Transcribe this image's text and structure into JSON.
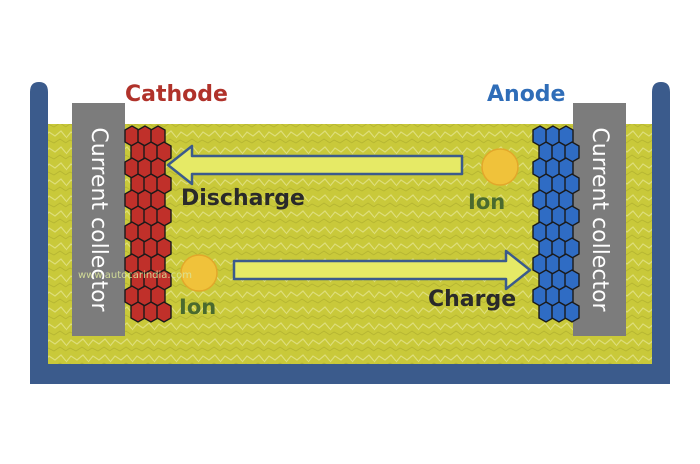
{
  "labels": {
    "cathode": "Cathode",
    "anode": "Anode",
    "current_collector_left": "Current collector",
    "current_collector_right": "Current collector",
    "discharge": "Discharge",
    "charge": "Charge",
    "ion_top": "Ion",
    "ion_bottom": "Ion",
    "watermark": "www.autocarindia.com"
  },
  "colors": {
    "container": "#3b5b8c",
    "electrolyte": "#c9c93a",
    "electrolyte_pattern": "#dede7a",
    "collector": "#7c7c7c",
    "cathode_label": "#b0322a",
    "anode_label": "#2f6db8",
    "cathode_cell": "#c0302a",
    "anode_cell": "#2f6cc4",
    "ion": "#f0c23a",
    "arrow_fill": "#e6ea66",
    "arrow_stroke": "#3b5b8c",
    "dark_text": "#2a2a2a",
    "ion_text": "#4a6a2e"
  }
}
